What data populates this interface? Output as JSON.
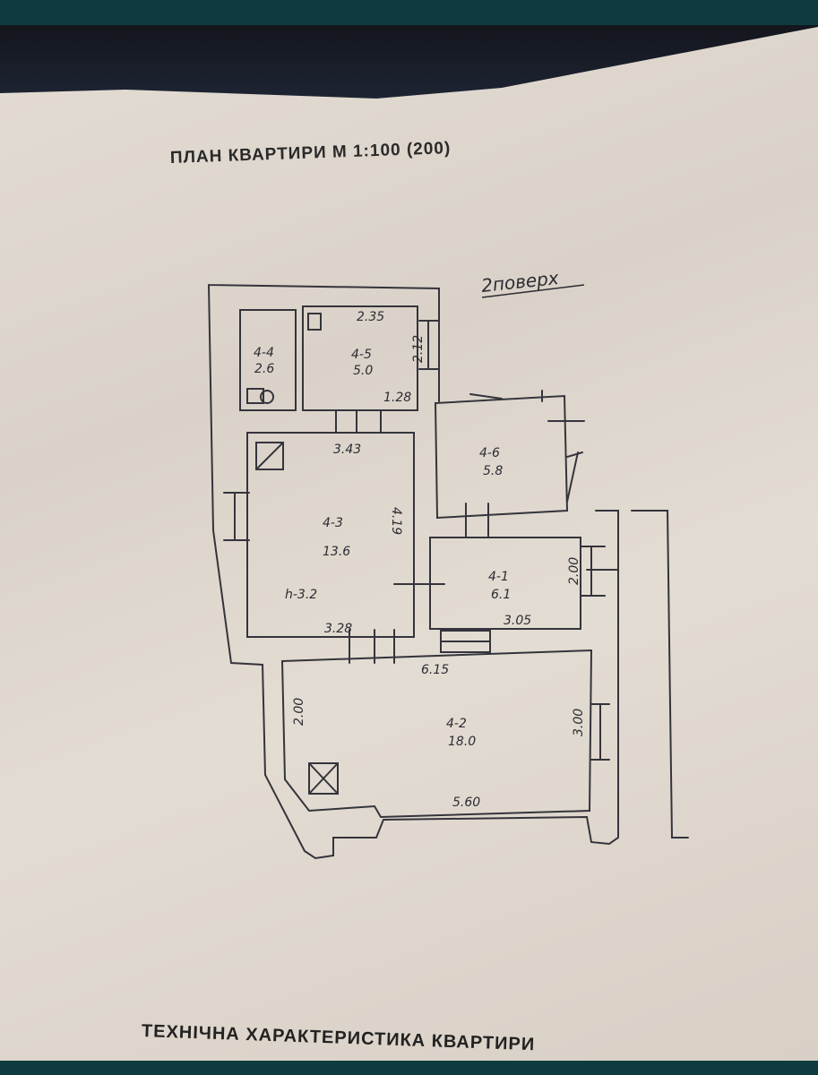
{
  "document": {
    "title": "ПЛАН КВАРТИРИ М 1:100 (200)",
    "footer_title": "ТЕХНІЧНА ХАРАКТЕРИСТИКА КВАРТИРИ",
    "floor_note": "2поверх"
  },
  "rooms": [
    {
      "id": "4-4",
      "code": "4-4",
      "area": "2.6"
    },
    {
      "id": "4-5",
      "code": "4-5",
      "area": "5.0"
    },
    {
      "id": "4-6",
      "code": "4-6",
      "area": "5.8"
    },
    {
      "id": "4-3",
      "code": "4-3",
      "area": "13.6"
    },
    {
      "id": "4-1",
      "code": "4-1",
      "area": "6.1"
    },
    {
      "id": "4-2",
      "code": "4-2",
      "area": "18.0"
    }
  ],
  "dimensions": {
    "d235": "2.35",
    "d212": "2.12",
    "d128": "1.28",
    "d343": "3.43",
    "d419": "4.19",
    "h32": "h-3.2",
    "d328": "3.28",
    "d200a": "2.00",
    "d305": "3.05",
    "d615": "6.15",
    "d200b": "2.00",
    "d300": "3.00",
    "d560": "5.60"
  },
  "colors": {
    "ink": "#2b2b33",
    "paper": "#e0d9cf",
    "backdrop": "#0f3b3f"
  }
}
